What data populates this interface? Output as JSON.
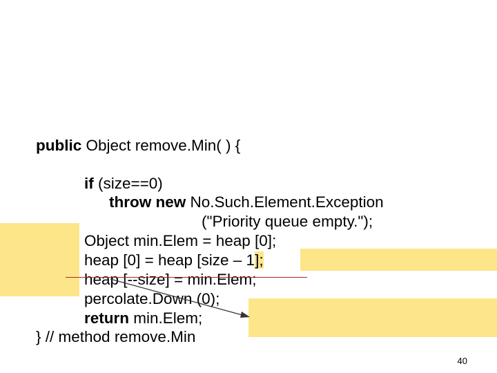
{
  "code": {
    "line1": {
      "kw": "public",
      "text": " Object remove.Min( ) {"
    },
    "line2": {
      "kw": "if",
      "text": " (size==0)"
    },
    "line3": {
      "kw": "throw new",
      "text": " No.Such.Element.Exception"
    },
    "line4": {
      "text": "(\"Priority queue empty.\");"
    },
    "line5": {
      "text": "Object min.Elem = heap [0];"
    },
    "line6": {
      "text_a": "heap [0] = heap [size – 1",
      "text_b": "];"
    },
    "line7": {
      "text": "heap [--size] = min.Elem;"
    },
    "line8": {
      "text": "percolate.Down (0);"
    },
    "line9": {
      "kw": "return",
      "text": " min.Elem;"
    },
    "line10": {
      "text": "} // method remove.Min"
    }
  },
  "footer": {
    "page_number": "40"
  },
  "colors": {
    "highlight": "#fde68a",
    "annotation": "#b22222"
  }
}
